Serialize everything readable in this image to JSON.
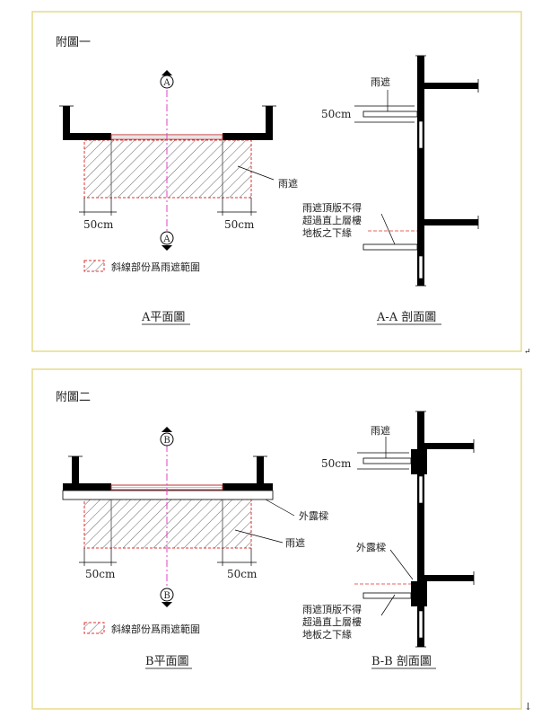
{
  "colors": {
    "frame": "#e6dc8c",
    "ink": "#000000",
    "axis": "#e040c8",
    "hatch_outline": "#e03030",
    "hatch": "#555555"
  },
  "figure1": {
    "title": "附圖一",
    "section_marker": "A",
    "dim_left": "50cm",
    "dim_right": "50cm",
    "canopy_label": "雨遮",
    "legend_text": "斜線部份爲雨遮範圍",
    "plan_caption": "A平面圖",
    "section_caption": "A-A 剖面圖",
    "section_canopy_label": "雨遮",
    "section_dim": "50cm",
    "note_line1": "雨遮頂版不得",
    "note_line2": "超過直上層樓",
    "note_line3": "地板之下緣"
  },
  "figure2": {
    "title": "附圖二",
    "section_marker": "B",
    "dim_left": "50cm",
    "dim_right": "50cm",
    "beam_label": "外露樑",
    "canopy_label": "雨遮",
    "legend_text": "斜線部份爲雨遮範圍",
    "plan_caption": "B平面圖",
    "section_caption": "B-B 剖面圖",
    "section_canopy_label": "雨遮",
    "section_dim": "50cm",
    "section_beam_label": "外露樑",
    "note_line1": "雨遮頂版不得",
    "note_line2": "超過直上層樓",
    "note_line3": "地板之下緣"
  },
  "marks": {
    "paragraph_mark": "↵",
    "end_mark": "↓"
  }
}
